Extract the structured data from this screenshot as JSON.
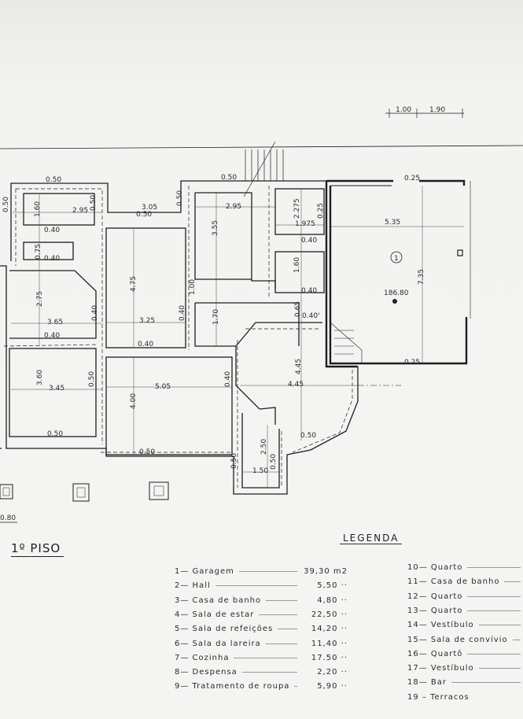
{
  "plan": {
    "title": "1º PISO",
    "scale_labels": [
      "1.00",
      "1.90"
    ],
    "room_marker": "1",
    "total_area": "186.80",
    "corner_label": "0.80",
    "dimensions": [
      "0.50",
      "2.95",
      "1.60",
      "0.50",
      "0.50",
      "0.40",
      "0.75",
      "0.40",
      "3.05",
      "0.50",
      "0.50",
      "0.50",
      "2.95",
      "3.55",
      "2.275",
      "1.975",
      "0.25",
      "0.40",
      "1.60",
      "0.40",
      "0.65",
      "0.40'",
      "5.35",
      "7.35",
      "0.25",
      "0.25",
      "2.75",
      "3.65",
      "0.40",
      "0.40",
      "4.75",
      "3.25",
      "0.40",
      "0.40",
      "1.00",
      "1.70",
      "4.45",
      "4.45",
      "3.60",
      "3.45",
      "0.50",
      "5.05",
      "4.00",
      "0.40",
      "0.50",
      "0.50",
      "0.50",
      "2.50",
      "1.50",
      "0.50",
      "0.50"
    ]
  },
  "legend": {
    "title": "LEGENDA",
    "items_left": [
      {
        "label": "1— Garagem",
        "value": "39,30 m2"
      },
      {
        "label": "2— Hall",
        "value": "5,50 ··"
      },
      {
        "label": "3— Casa de banho",
        "value": "4,80 ··"
      },
      {
        "label": "4— Sala de estar",
        "value": "22,50 ··"
      },
      {
        "label": "5— Sala de refeições",
        "value": "14,20 ··"
      },
      {
        "label": "6— Sala da lareira",
        "value": "11,40 ··"
      },
      {
        "label": "7— Cozinha",
        "value": "17.50 ··"
      },
      {
        "label": "8— Despensa",
        "value": "2,20 ··"
      },
      {
        "label": "9— Tratamento de roupa",
        "value": "5,90 ··"
      }
    ],
    "items_right": [
      {
        "label": "10— Quarto"
      },
      {
        "label": "11— Casa de banho"
      },
      {
        "label": "12— Quarto"
      },
      {
        "label": "13— Quarto"
      },
      {
        "label": "14— Vestíbulo"
      },
      {
        "label": "15— Sala de convívio"
      },
      {
        "label": "16— Quartô"
      },
      {
        "label": "17— Vestíbulo"
      },
      {
        "label": "18— Bar"
      },
      {
        "label": "19 – Terracos"
      }
    ]
  }
}
